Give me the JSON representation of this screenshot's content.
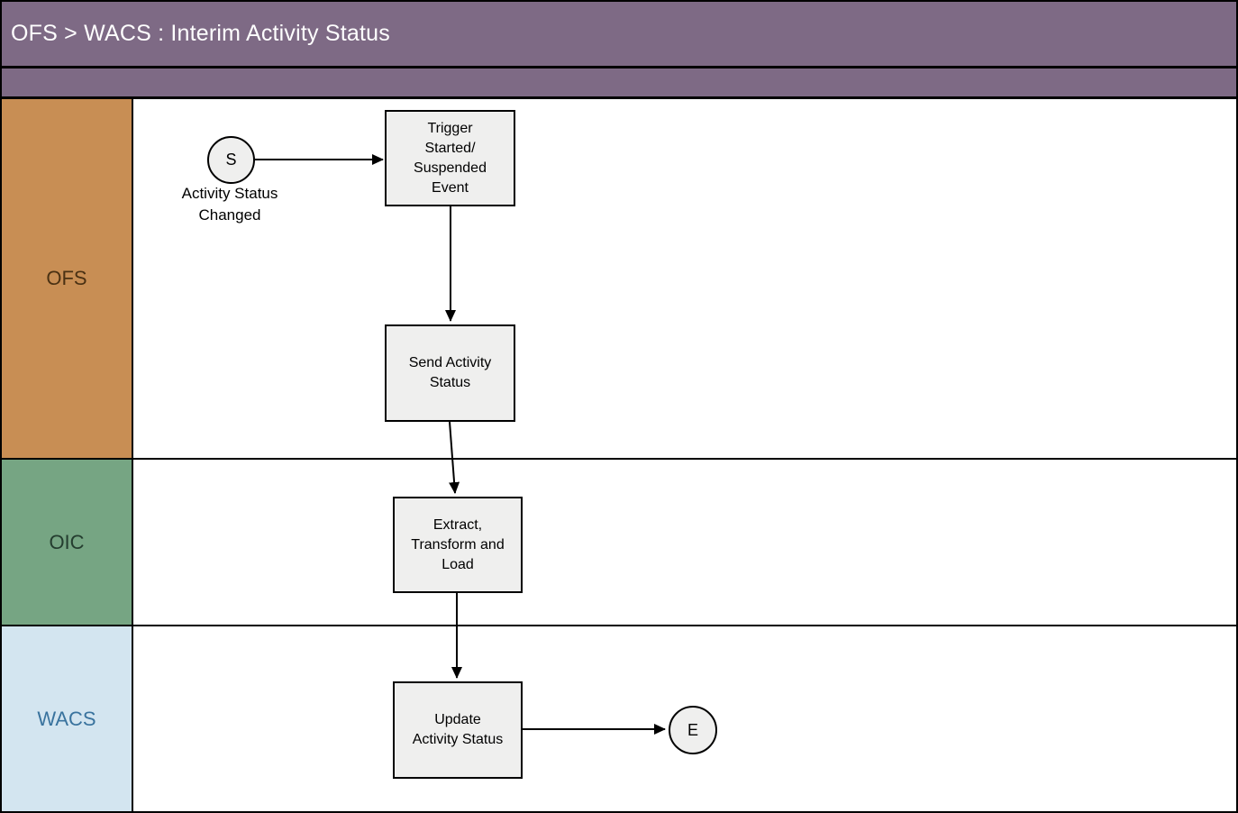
{
  "title": "OFS > WACS : Interim Activity Status",
  "colors": {
    "header_bg": "#7e6a85",
    "header_text": "#ffffff",
    "ofs_lane_bg": "#c88e54",
    "ofs_lane_text": "#4a3113",
    "oic_lane_bg": "#76a583",
    "oic_lane_text": "#243d2f",
    "wacs_lane_bg": "#d3e5f0",
    "wacs_lane_text": "#39739e",
    "node_fill": "#efefee",
    "node_border": "#000000"
  },
  "lanes": [
    {
      "label": "OFS"
    },
    {
      "label": "OIC"
    },
    {
      "label": "WACS"
    }
  ],
  "nodes": {
    "start_event": {
      "symbol": "S",
      "caption": "Activity Status\nChanged"
    },
    "trigger": {
      "label": "Trigger\nStarted/\nSuspended\nEvent"
    },
    "send": {
      "label": "Send Activity\nStatus"
    },
    "etl": {
      "label": "Extract,\nTransform and\nLoad"
    },
    "update": {
      "label": "Update\nActivity Status"
    },
    "end_event": {
      "symbol": "E"
    }
  }
}
